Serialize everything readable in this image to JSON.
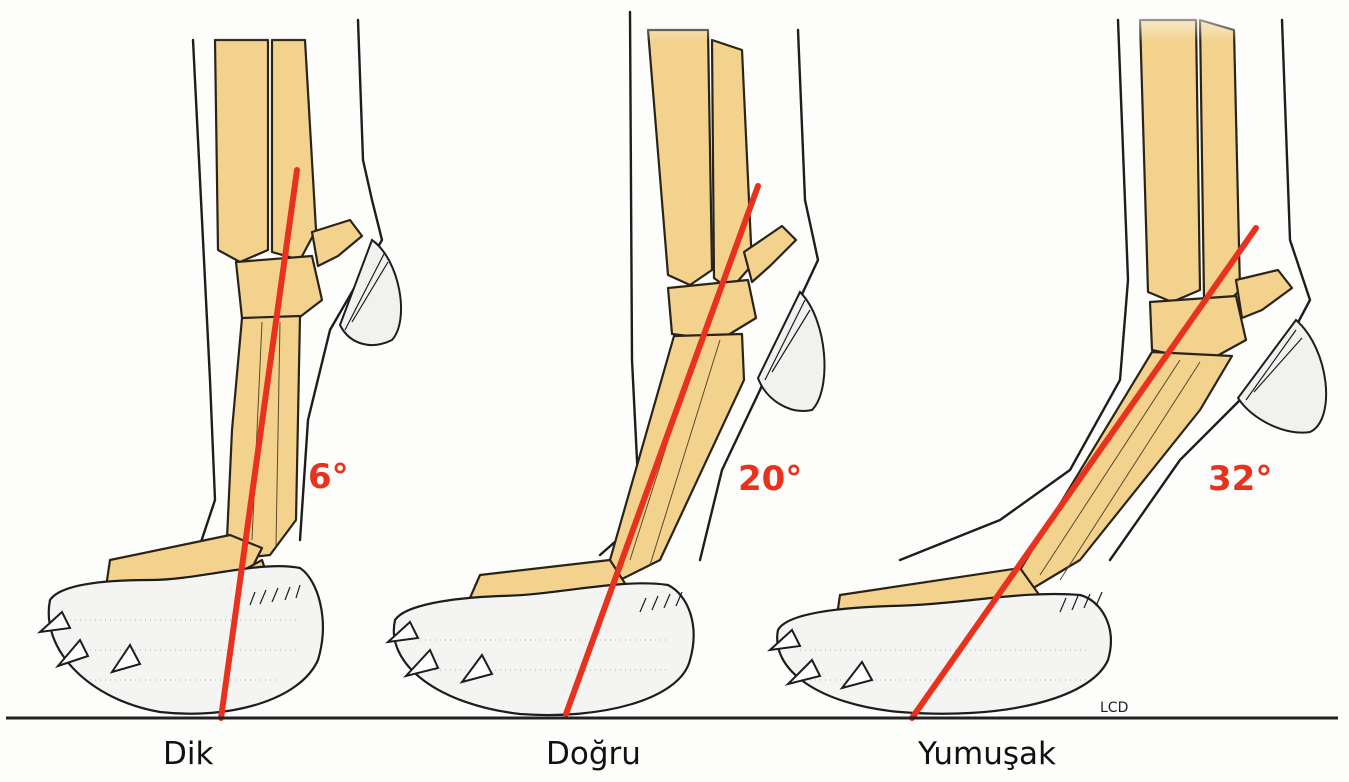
{
  "diagram": {
    "panels": [
      {
        "caption": "Dik",
        "angle_label": "6°",
        "angle_deg": 6
      },
      {
        "caption": "Doğru",
        "angle_label": "20°",
        "angle_deg": 20
      },
      {
        "caption": "Yumuşak",
        "angle_label": "32°",
        "angle_deg": 32
      }
    ],
    "credit": "LCD",
    "colors": {
      "bone": "#f3d28e",
      "angle_line": "#e8321e",
      "ink": "#1d1d1d"
    }
  }
}
